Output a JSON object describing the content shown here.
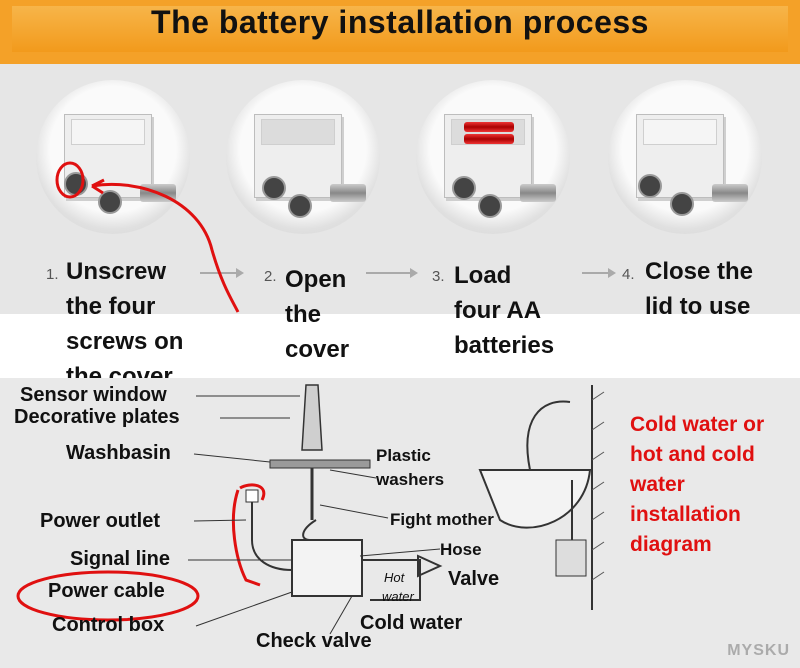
{
  "banner": {
    "title": "The battery installation process",
    "color": "#f4a128"
  },
  "steps": [
    {
      "number": "1.",
      "lines": [
        "Unscrew",
        "the four",
        "screws on",
        "the cover"
      ]
    },
    {
      "number": "2.",
      "lines": [
        "Open",
        "the",
        "cover"
      ]
    },
    {
      "number": "3.",
      "lines": [
        "Load",
        "four AA",
        "batteries"
      ]
    },
    {
      "number": "4.",
      "lines": [
        "Close the",
        "lid to use"
      ]
    }
  ],
  "diagram": {
    "labels": {
      "sensor_window": "Sensor window",
      "decorative_plates": "Decorative plates",
      "washbasin": "Washbasin",
      "power_outlet": "Power outlet",
      "signal_line": "Signal line",
      "power_cable": "Power cable",
      "control_box": "Control box",
      "plastic_washers_1": "Plastic",
      "plastic_washers_2": "washers",
      "fight_mother": "Fight mother",
      "hose": "Hose",
      "valve": "Valve",
      "hot_water_1": "Hot",
      "hot_water_2": "water",
      "cold_water": "Cold water",
      "check_valve": "Check valve"
    },
    "note_lines": [
      "Cold water or",
      "hot and cold",
      "water",
      "installation",
      "diagram"
    ],
    "note_color": "#e01010"
  },
  "watermark": "MYSKU"
}
